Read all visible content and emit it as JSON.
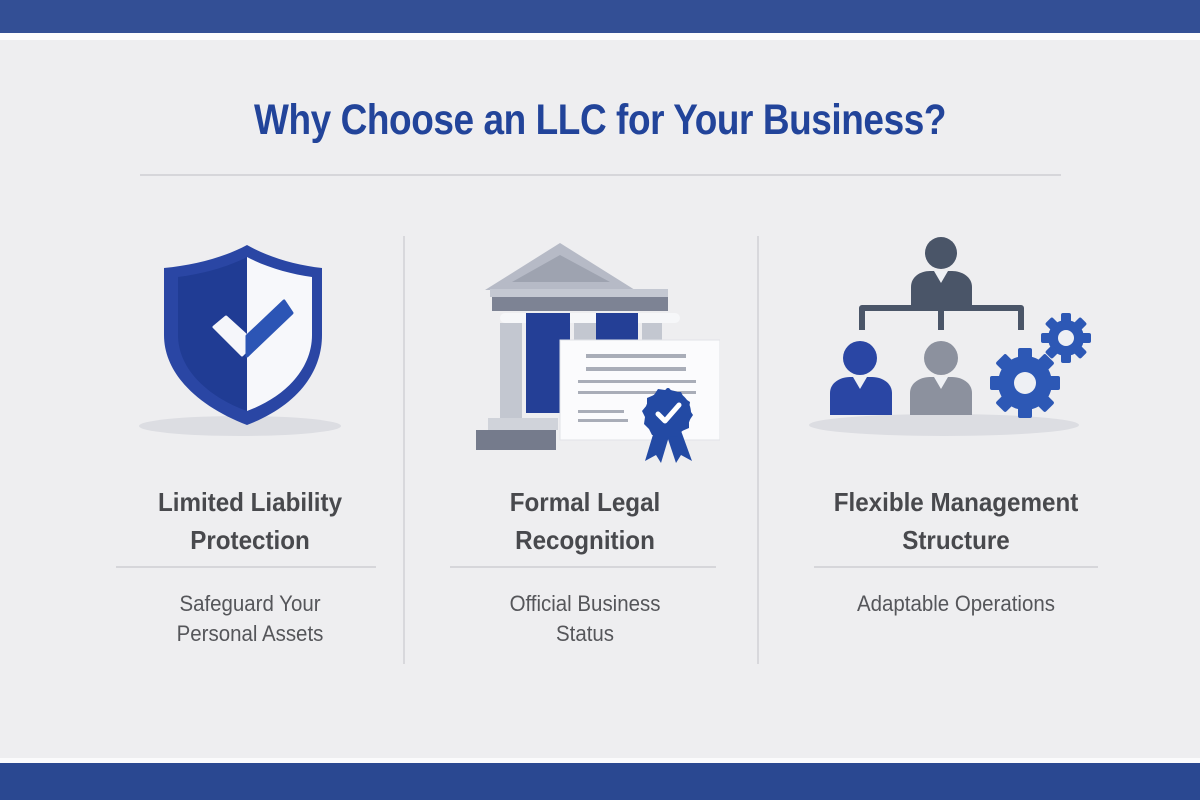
{
  "header": {
    "title": "Why Choose an LLC for Your Business?"
  },
  "colors": {
    "brand_blue": "#22449a",
    "band_blue": "#2e4c93",
    "heading_gray": "#48494d",
    "sub_gray": "#55565a",
    "background": "#eeeef0"
  },
  "columns": [
    {
      "icon": "shield-check-icon",
      "heading_line1": "Limited Liability",
      "heading_line2": "Protection",
      "sub_line1": "Safeguard Your",
      "sub_line2": "Personal Assets"
    },
    {
      "icon": "courthouse-certificate-icon",
      "heading_line1": "Formal Legal",
      "heading_line2": "Recognition",
      "sub_line1": "Official Business",
      "sub_line2": "Status"
    },
    {
      "icon": "org-chart-gears-icon",
      "heading_line1": "Flexible Management",
      "heading_line2": "Structure",
      "sub_line1": "Adaptable Operations",
      "sub_line2": ""
    }
  ]
}
